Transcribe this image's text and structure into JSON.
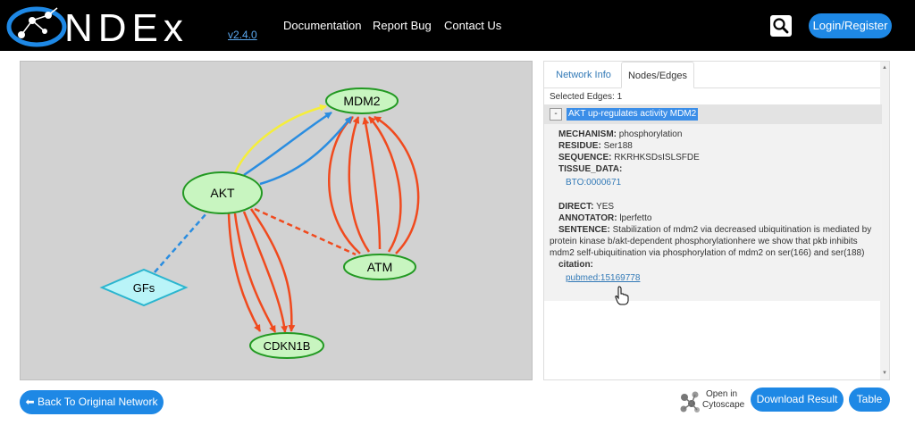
{
  "header": {
    "logo_text": "NDEx",
    "version": "v2.4.0",
    "nav": [
      "Documentation",
      "Report Bug",
      "Contact Us"
    ],
    "login_label": "Login/Register"
  },
  "graph": {
    "nodes": {
      "mdm2": "MDM2",
      "akt": "AKT",
      "atm": "ATM",
      "gfs": "GFs",
      "cdkn1b": "CDKN1B"
    }
  },
  "panel": {
    "tabs": [
      "Network Info",
      "Nodes/Edges"
    ],
    "selected_edges": "Selected Edges: 1",
    "edge_toggle": "-",
    "edge_title": "AKT up-regulates activity MDM2",
    "mechanism_label": "MECHANISM:",
    "mechanism_value": "phosphorylation",
    "residue_label": "RESIDUE:",
    "residue_value": "Ser188",
    "sequence_label": "SEQUENCE:",
    "sequence_value": "RKRHKSDsISLSFDE",
    "tissue_label": "TISSUE_DATA:",
    "tissue_value": "BTO:0000671",
    "direct_label": "DIRECT:",
    "direct_value": "YES",
    "annotator_label": "ANNOTATOR:",
    "annotator_value": "lperfetto",
    "sentence_label": "SENTENCE:",
    "sentence_line1": "Stabilization of mdm2 via decreased ubiquitination is mediated by",
    "sentence_line2": "protein kinase b/akt-dependent phosphorylationhere we show that pkb inhibits",
    "sentence_line3": "mdm2 self-ubiquitination via phosphorylation of mdm2 on ser(166) and ser(188)",
    "citation_label": "citation:",
    "citation_value": "pubmed:15169778"
  },
  "footer": {
    "back_label": "Back To Original Network",
    "cyto_open": "Open in",
    "cyto_name": "Cytoscape",
    "download_label": "Download Result",
    "table_label": "Table"
  },
  "colors": {
    "header_bg": "#000000",
    "accent": "#1e88e5",
    "node_green": "#c8f5c0",
    "node_border": "#229922",
    "edge_red": "#f04a1e",
    "edge_blue": "#2a8de0",
    "edge_yellow": "#f5ee3a",
    "gfs_fill": "#b9f4f8"
  }
}
